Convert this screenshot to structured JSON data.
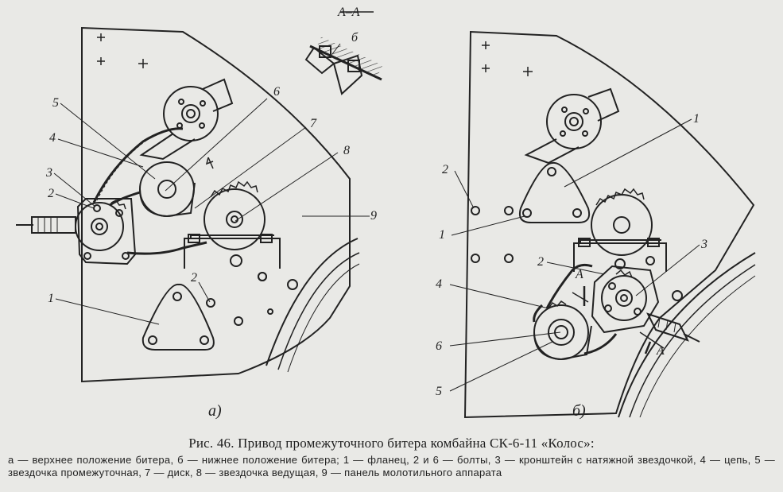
{
  "figure": {
    "section_label": "A–A",
    "subfig_a": "а)",
    "subfig_b": "б)",
    "left_numbers": {
      "n1": "1",
      "n2a": "2",
      "n2b": "2",
      "n3": "3",
      "n4": "4",
      "n5": "5",
      "n6": "6",
      "n6b": "б",
      "n7": "7",
      "n8": "8",
      "n9": "9"
    },
    "right_numbers": {
      "n1a": "1",
      "n1b": "1",
      "n2a": "2",
      "n2b": "2",
      "n3": "3",
      "n4": "4",
      "n5": "5",
      "n6": "6",
      "nA1": "A",
      "nA2": "A"
    }
  },
  "caption": {
    "title": "Рис. 46. Привод промежуточного битера комбайна СК-6-11 «Колос»:",
    "legend": "а — верхнее положение битера, б — нижнее положение битера; 1 — фланец, 2 и 6 — болты, 3 — кронштейн с натяжной звездочкой, 4 — цепь, 5 — звездочка промежуточная, 7 — диск, 8 — звездочка ведущая, 9 — панель молотильного аппарата"
  }
}
